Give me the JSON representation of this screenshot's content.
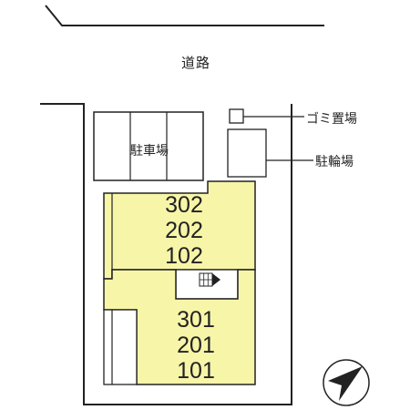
{
  "road": {
    "label": "道路"
  },
  "parking": {
    "label": "駐車場"
  },
  "garbage": {
    "label": "ゴミ置場"
  },
  "bicycle": {
    "label": "駐輪場"
  },
  "building_north": {
    "units": [
      "302",
      "202",
      "102"
    ]
  },
  "building_south": {
    "units": [
      "301",
      "201",
      "101"
    ]
  },
  "colors": {
    "building_fill": "#f7f5a8",
    "line": "#222222",
    "compass_fill": "#222222"
  },
  "icons": {
    "compass": "north-arrow-icon",
    "stairs": "stairs-icon"
  }
}
